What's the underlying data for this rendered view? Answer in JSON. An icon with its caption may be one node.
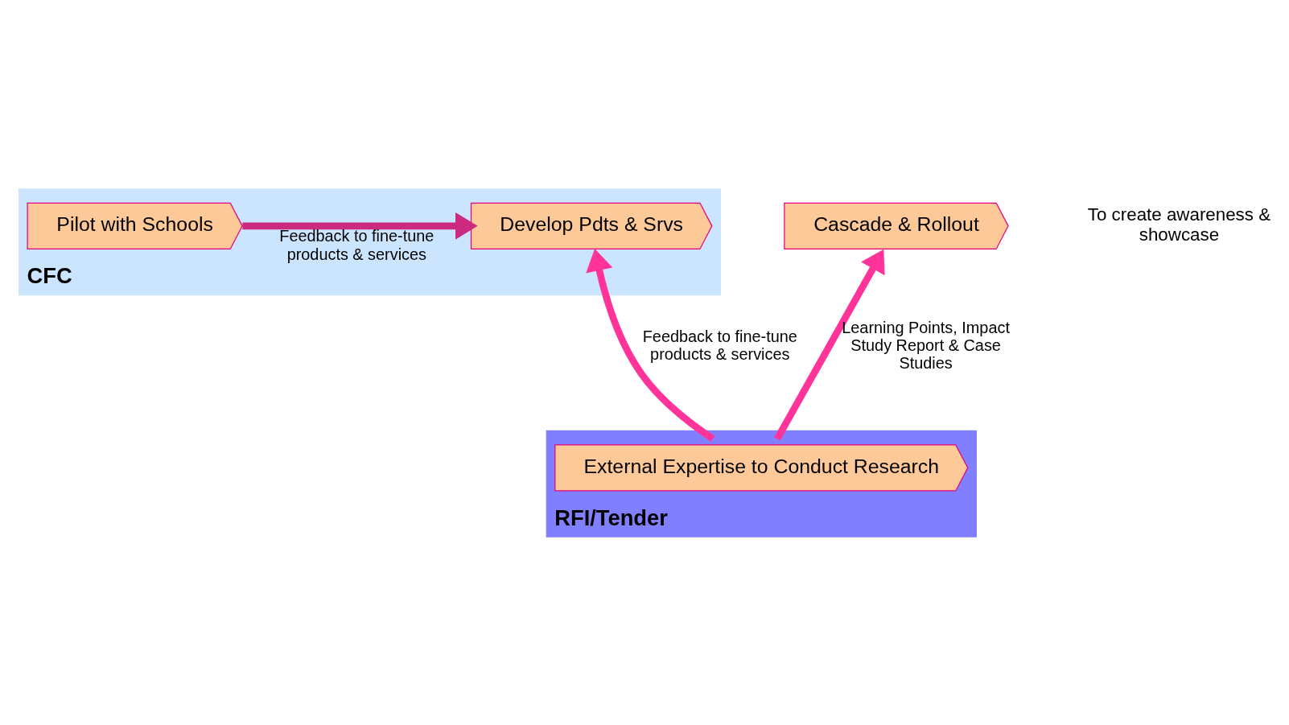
{
  "diagram": {
    "nodes": [
      {
        "text": [
          "CFC"
        ]
      },
      {
        "text": [
          "Develop Pdts & Srvs"
        ],
        "in": 0
      },
      {
        "text": [
          "Pilot with Schools"
        ],
        "in": 0
      },
      {
        "text": [
          "Cascade & Rollout"
        ]
      },
      {
        "text": [
          "RFI/Tender"
        ]
      },
      {
        "text": [
          "External Expertise to Conduct Research"
        ],
        "in": 4
      }
    ],
    "edges": [
      {
        "from": 2,
        "to": 1,
        "arrow": "to",
        "label": "Feedback to fine-tune products & services",
        "color": "#cc2a7f"
      },
      {
        "from": 5,
        "to": 1,
        "arrow": "to",
        "label": "Feedback to fine-tune products & services"
      },
      {
        "from": 5,
        "to": 3,
        "arrow": "to",
        "label": "Learning Points, Impact Study Report & Case Studies"
      }
    ],
    "labels": [
      "To create awareness & showcase"
    ]
  }
}
